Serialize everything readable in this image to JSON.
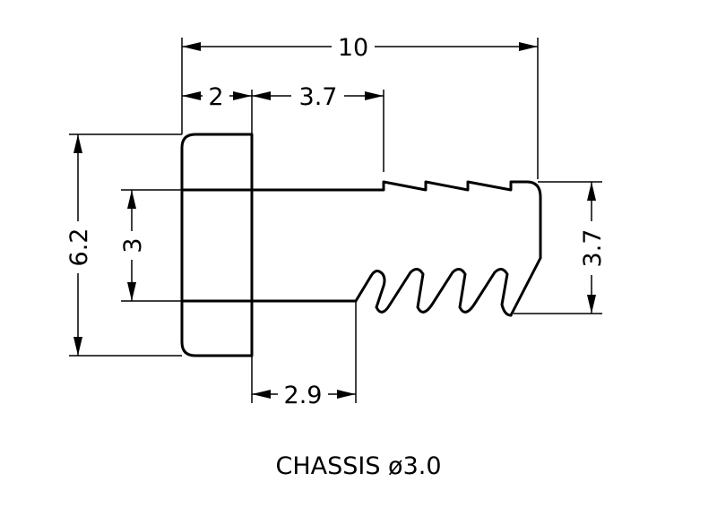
{
  "dimensions": {
    "overall_length": "10",
    "head_length": "2",
    "thread_offset": "3.7",
    "head_height": "6.2",
    "shank_diameter": "3",
    "smooth_length": "2.9",
    "thread_diameter": "3.7"
  },
  "caption": "CHASSIS ø3.0"
}
